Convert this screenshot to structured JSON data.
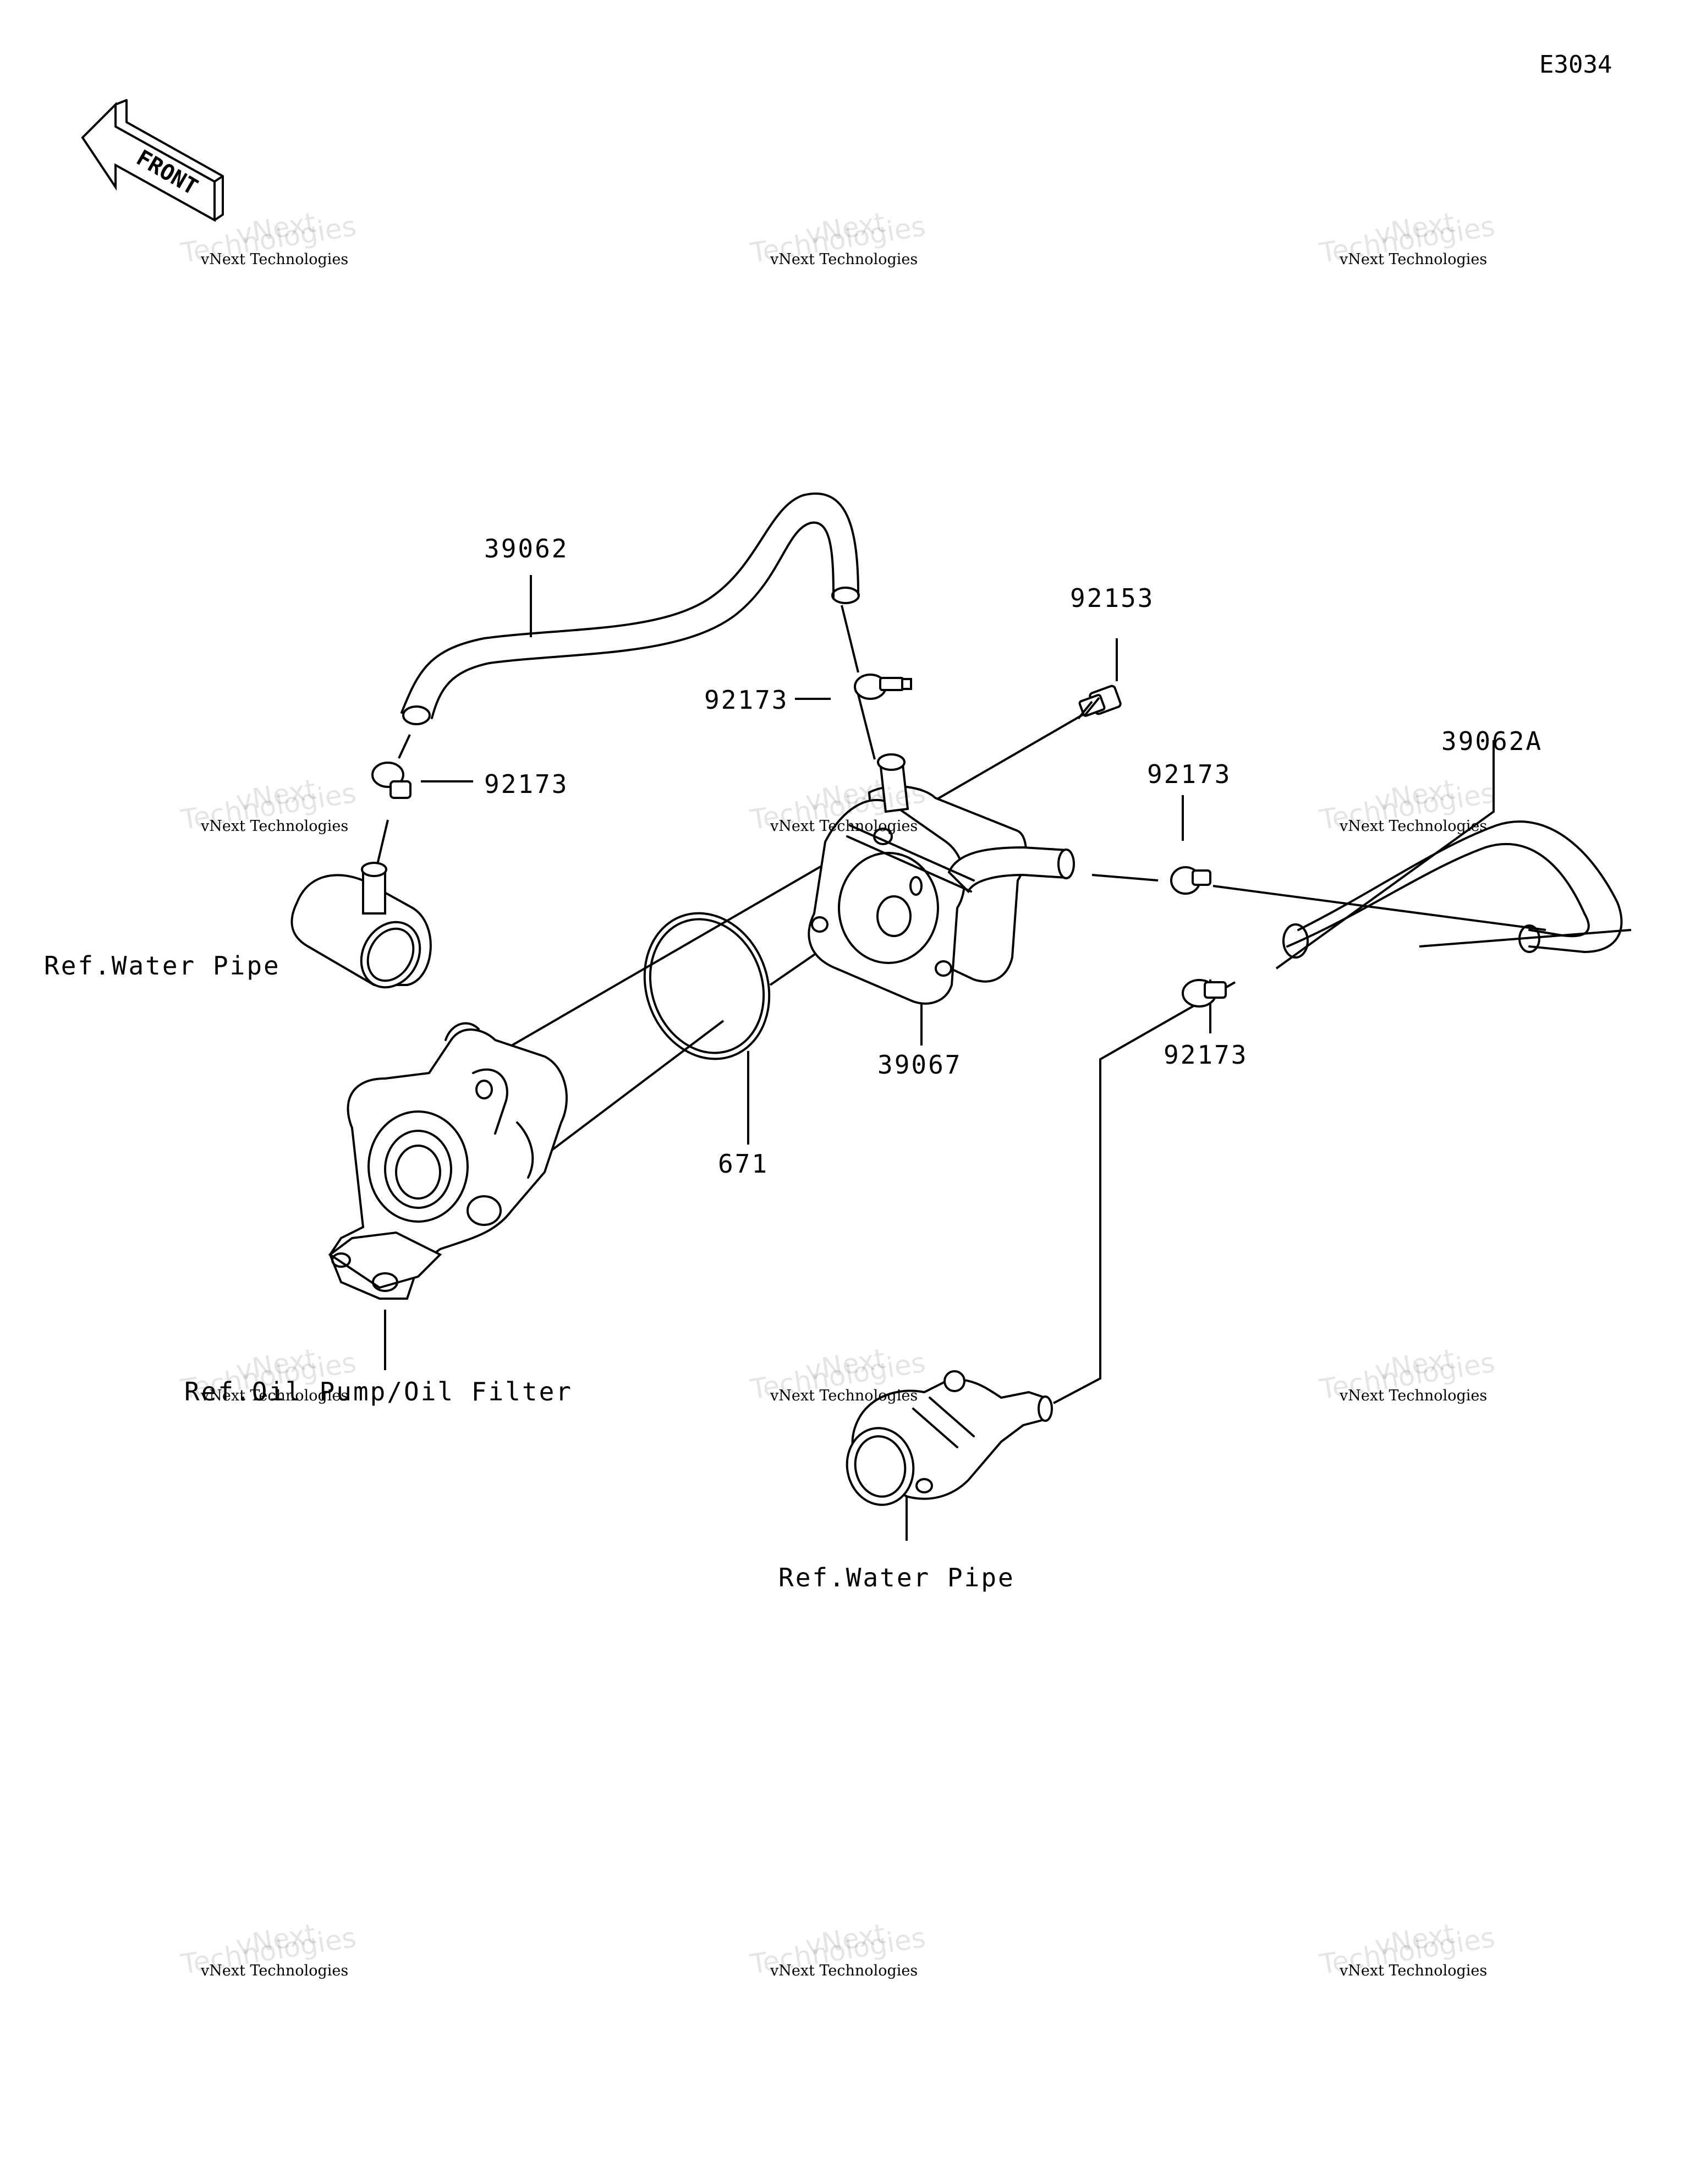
{
  "diagram_code": "E3034",
  "front_marker": "FRONT",
  "watermark": {
    "line1": "vNext Technologies",
    "line2": "Technologies",
    "line3": "vNext"
  },
  "callouts": {
    "hose_upper": "39062",
    "clamp_upper_right": "92173",
    "clamp_upper_left": "92173",
    "bolt": "92153",
    "hose_right": "39062A",
    "clamp_mid_right": "92173",
    "clamp_lower_right": "92173",
    "oil_cooler": "39067",
    "o_ring": "671"
  },
  "references": {
    "water_pipe_left": "Ref.Water Pipe",
    "oil_pump": "Ref.Oil Pump/Oil Filter",
    "water_pipe_bottom": "Ref.Water Pipe"
  }
}
